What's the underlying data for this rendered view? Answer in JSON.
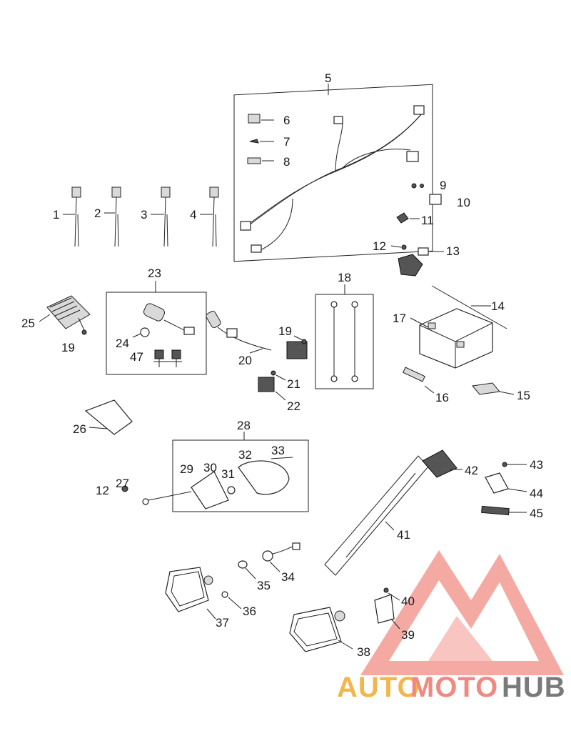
{
  "callouts": {
    "c1": "1",
    "c2": "2",
    "c3": "3",
    "c4": "4",
    "c5": "5",
    "c6": "6",
    "c7": "7",
    "c8": "8",
    "c9": "9",
    "c10": "10",
    "c11": "11",
    "c12a": "12",
    "c12b": "12",
    "c13": "13",
    "c14": "14",
    "c15": "15",
    "c16": "16",
    "c17": "17",
    "c18": "18",
    "c19a": "19",
    "c19b": "19",
    "c20": "20",
    "c21": "21",
    "c22": "22",
    "c23": "23",
    "c24": "24",
    "c25": "25",
    "c26": "26",
    "c27": "27",
    "c28": "28",
    "c29": "29",
    "c30": "30",
    "c31": "31",
    "c32": "32",
    "c33": "33",
    "c34": "34",
    "c35": "35",
    "c36": "36",
    "c37": "37",
    "c38": "38",
    "c39": "39",
    "c40": "40",
    "c41": "41",
    "c42": "42",
    "c43": "43",
    "c44": "44",
    "c45": "45",
    "c47": "47"
  },
  "watermark": {
    "part1": "AUTO",
    "part2": "MOTO",
    "part3": "HUB",
    "colors": {
      "auto": "#f2b64c",
      "moto": "#f08a80",
      "hub": "#7a7a7a",
      "triangle": "#f08a80"
    }
  }
}
